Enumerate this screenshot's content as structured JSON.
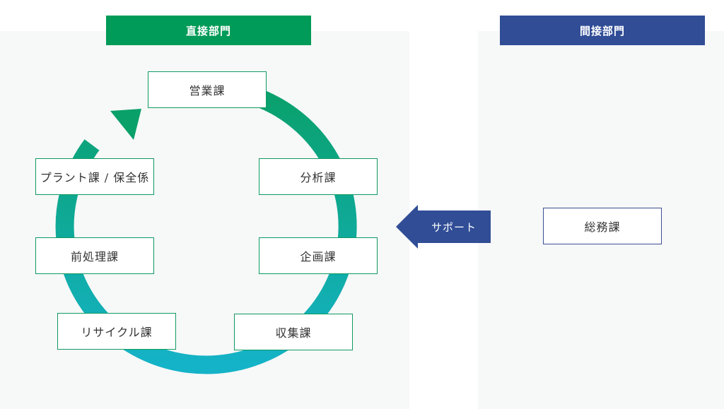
{
  "colors": {
    "direct_header": "#009b58",
    "indirect_header": "#304d96",
    "node_border_direct": "#0f9a61",
    "node_border_indirect": "#3a4f95",
    "cycle_gradient_top": "#0aa069",
    "cycle_gradient_bottom": "#14b3c8",
    "support_arrow": "#304d96"
  },
  "direct": {
    "header": "直接部門",
    "nodes": {
      "sales": "営業課",
      "analysis": "分析課",
      "planning": "企画課",
      "collection": "収集課",
      "recycle": "リサイクル課",
      "preprocess": "前処理課",
      "plant": "プラント課 / 保全係"
    }
  },
  "indirect": {
    "header": "間接部門",
    "nodes": {
      "general_affairs": "総務課"
    }
  },
  "support_arrow": {
    "label": "サポート",
    "icon": "arrow-left"
  }
}
